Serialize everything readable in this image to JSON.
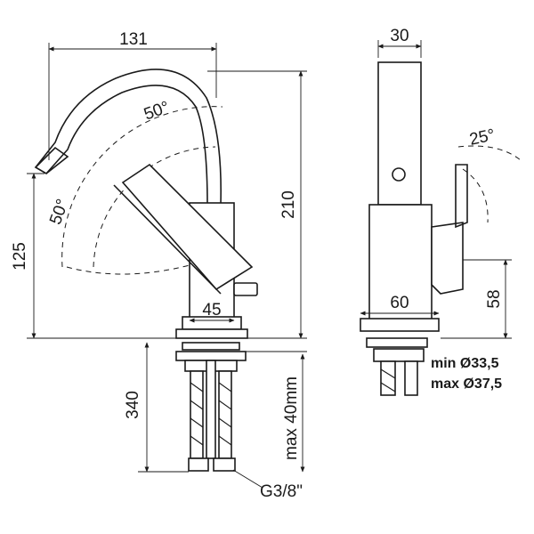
{
  "front_view": {
    "dim_width_top": "131",
    "dim_height_total": "210",
    "dim_spout_height": "125",
    "dim_base_width": "45",
    "dim_lever_angle_top": "50°",
    "dim_lever_angle_side": "50°",
    "dim_pipe_length": "340",
    "dim_max_thickness": "max 40mm",
    "connection_thread": "G3/8\""
  },
  "side_view": {
    "dim_top_width": "30",
    "dim_lever_angle": "25°",
    "dim_base_width": "60",
    "dim_lever_height": "58",
    "hole_min": "min Ø33,5",
    "hole_max": "max Ø37,5"
  }
}
